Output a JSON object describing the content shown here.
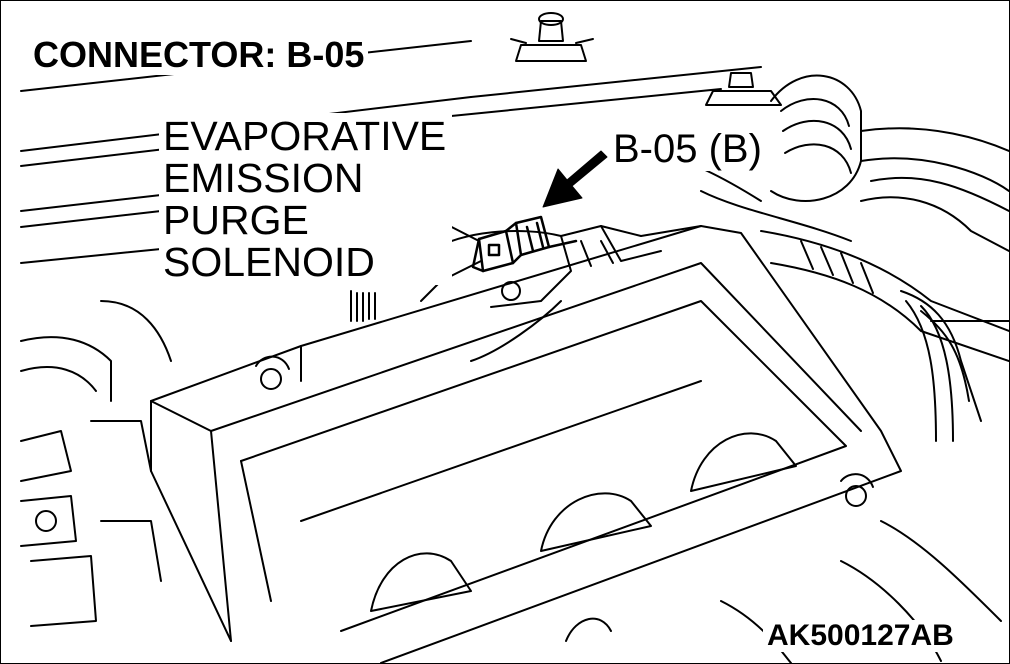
{
  "title": "CONNECTOR: B-05",
  "component_label_lines": [
    "EVAPORATIVE",
    "EMISSION",
    "PURGE",
    "SOLENOID"
  ],
  "connector_callout": "B-05 (B)",
  "figure_code": "AK500127AB",
  "colors": {
    "line": "#000000",
    "background": "#ffffff"
  }
}
